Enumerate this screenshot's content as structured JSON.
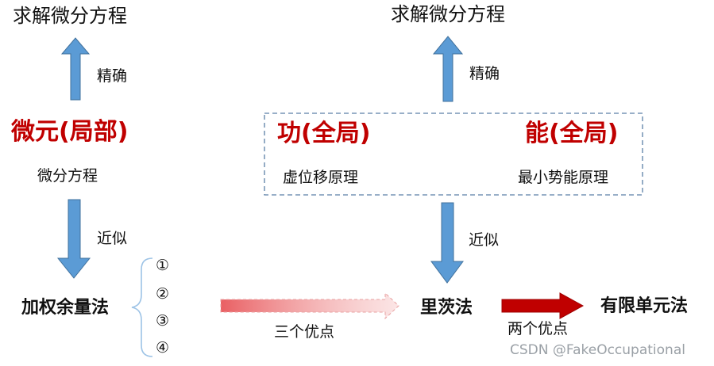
{
  "left": {
    "top_title": "求解微分方程",
    "up_label": "精确",
    "main_title": "微元(局部)",
    "subtitle": "微分方程",
    "down_label": "近似",
    "bottom_title": "加权余量法",
    "brace_items": [
      "①",
      "②",
      "③",
      "④"
    ]
  },
  "right": {
    "top_title": "求解微分方程",
    "up_label": "精确",
    "box_left_title": "功(全局)",
    "box_left_sub": "虚位移原理",
    "box_right_title": "能(全局)",
    "box_right_sub": "最小势能原理",
    "down_label": "近似"
  },
  "bottom": {
    "galerkin": "里茨法",
    "fem": "有限单元法",
    "arrow1_label": "三个优点",
    "arrow2_label": "两个优点"
  },
  "watermark": "CSDN @FakeOccupational",
  "colors": {
    "blue_arrow": "#5b9bd5",
    "red_title": "#c00000",
    "dark_red_arrow": "#c00000",
    "dashed_border": "#5b7fa6"
  }
}
